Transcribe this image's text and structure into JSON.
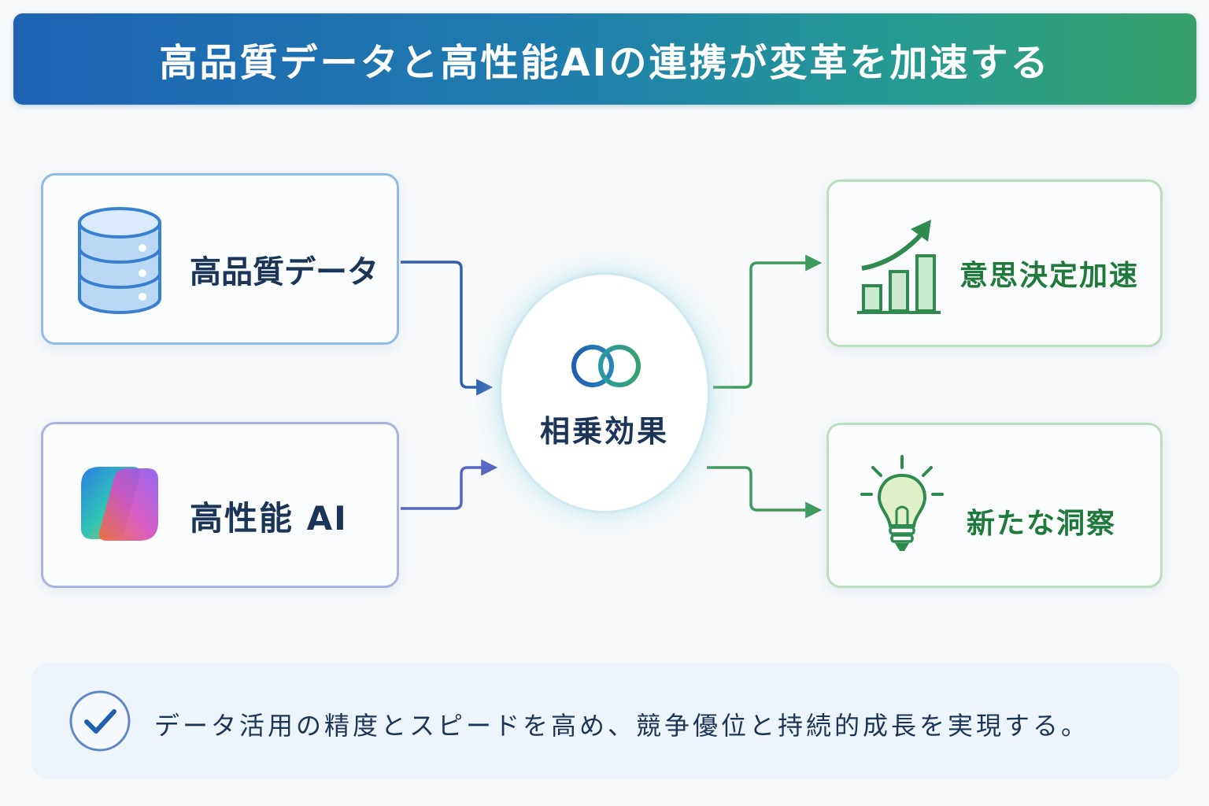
{
  "header": {
    "title": "高品質データと高性能AIの連携が変革を加速する"
  },
  "inputs": [
    {
      "label": "高品質データ",
      "icon": "database-icon"
    },
    {
      "label": "高性能 AI",
      "icon": "copilot-logo-icon"
    }
  ],
  "center": {
    "label": "相乗効果",
    "icon": "interlocking-rings-icon"
  },
  "outputs": [
    {
      "label": "意思決定加速",
      "icon": "growth-chart-icon"
    },
    {
      "label": "新たな洞察",
      "icon": "lightbulb-icon"
    }
  ],
  "summary": {
    "text": "データ活用の精度とスピードを高め、競争優位と持続的成長を実現する。",
    "icon": "check-circle-icon"
  },
  "colors": {
    "banner_start": "#1e63b4",
    "banner_end": "#36a06a",
    "input_accent": "#2e64b8",
    "output_accent": "#2f8f55",
    "text_dark": "#1a3557",
    "text_green": "#1f7a3a"
  }
}
